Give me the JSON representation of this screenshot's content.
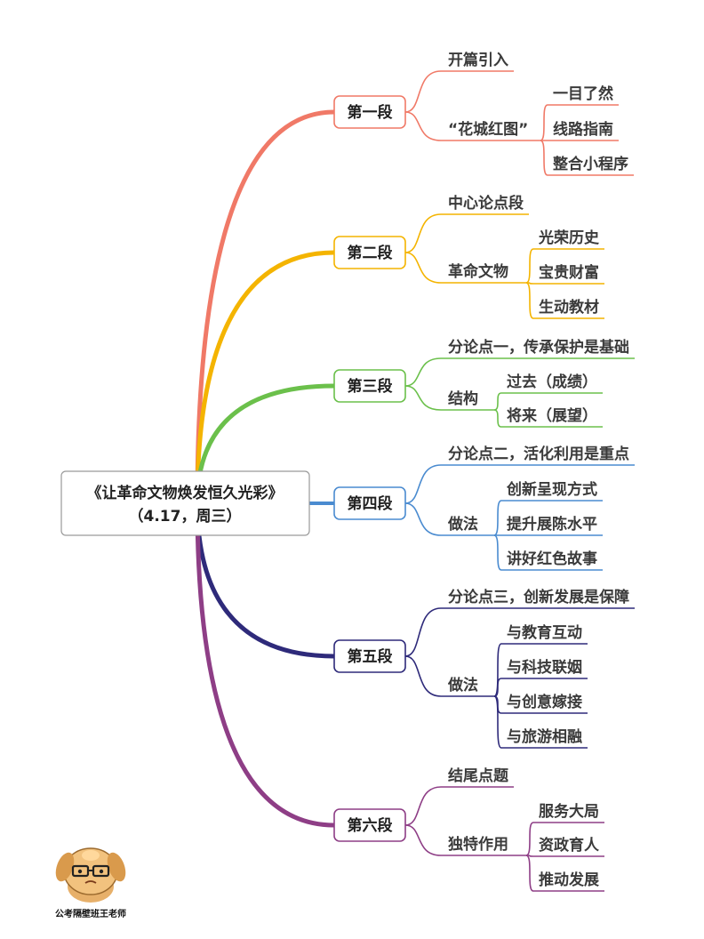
{
  "root": {
    "line1": "《让革命文物焕发恒久光彩》",
    "line2": "（4.17，周三）"
  },
  "sections": [
    {
      "label": "第一段",
      "color": "#F07967",
      "items": [
        {
          "text": "开篇引入",
          "children": []
        },
        {
          "text": "“花城红图”",
          "children": [
            "一目了然",
            "线路指南",
            "整合小程序"
          ]
        }
      ]
    },
    {
      "label": "第二段",
      "color": "#F4B400",
      "items": [
        {
          "text": "中心论点段",
          "children": []
        },
        {
          "text": "革命文物",
          "children": [
            "光荣历史",
            "宝贵财富",
            "生动教材"
          ]
        }
      ]
    },
    {
      "label": "第三段",
      "color": "#6BC04B",
      "items": [
        {
          "text": "分论点一，传承保护是基础",
          "children": []
        },
        {
          "text": "结构",
          "children": [
            "过去（成绩）",
            "将来（展望）"
          ]
        }
      ]
    },
    {
      "label": "第四段",
      "color": "#4A8BD0",
      "items": [
        {
          "text": "分论点二，活化利用是重点",
          "children": []
        },
        {
          "text": "做法",
          "children": [
            "创新呈现方式",
            "提升展陈水平",
            "讲好红色故事"
          ]
        }
      ]
    },
    {
      "label": "第五段",
      "color": "#2E2A7A",
      "items": [
        {
          "text": "分论点三，创新发展是保障",
          "children": []
        },
        {
          "text": "做法",
          "children": [
            "与教育互动",
            "与科技联姻",
            "与创意嫁接",
            "与旅游相融"
          ]
        }
      ]
    },
    {
      "label": "第六段",
      "color": "#8E3E86",
      "items": [
        {
          "text": "结尾点题",
          "children": []
        },
        {
          "text": "独特作用",
          "children": [
            "服务大局",
            "资政育人",
            "推动发展"
          ]
        }
      ]
    }
  ],
  "watermark": {
    "text": "公考隔壁班王老师",
    "icon": "cartoon-dog-icon"
  }
}
